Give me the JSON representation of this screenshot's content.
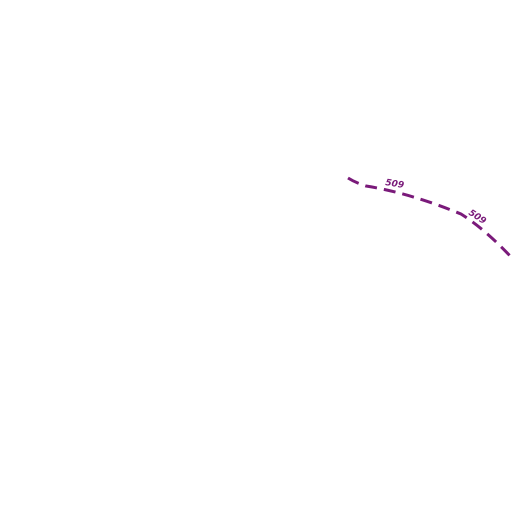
{
  "map": {
    "background": "#ffffff",
    "route": {
      "ref": "509",
      "color": "#7a1a7a",
      "style": "dashed"
    },
    "labels": [
      {
        "text": "509"
      },
      {
        "text": "509"
      }
    ]
  }
}
